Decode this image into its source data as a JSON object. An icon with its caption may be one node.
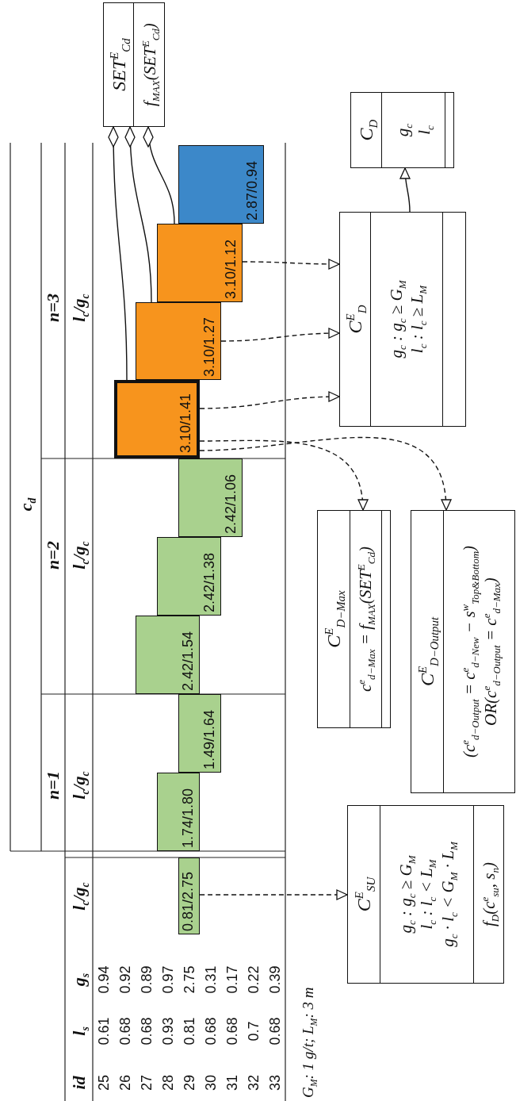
{
  "diagram": {
    "nodes": [
      {
        "text": [
          "0.81/2.75"
        ]
      },
      {
        "text": [
          "1.74/1.80"
        ]
      },
      {
        "text": [
          "1.49/1.64"
        ]
      },
      {
        "text": [
          "2.42/1.54"
        ]
      },
      {
        "text": [
          "2.42/1.38"
        ]
      },
      {
        "text": [
          "2.42/1.06"
        ]
      },
      {
        "text": [
          "3.10/1.41"
        ]
      },
      {
        "text": [
          "3.10/1.27"
        ]
      },
      {
        "text": [
          "3.10/1.12"
        ]
      },
      {
        "text": [
          "2.87/0.94"
        ]
      },
      {
        "text": [
          "C$^{E}$$_{SU}$",
          "g$_{c}$ : g$_{c}$ ≥ G$_{M}$",
          "l$_{c}$ : l$_{c}$ < L$_{M}$",
          "g$_{c}$ · l$_{c}$ < G$_{M}$ · L$_{M}$",
          "f$_{D}$(c$^{e}$$_{su}$, s$_{n}$)"
        ]
      },
      {
        "text": [
          "C$^{E}$$_{D−Max}$",
          "c$^{e}$$_{d−Max}$ = f$_{MAX}$(SET$^{E}$$_{Cd}$)"
        ]
      },
      {
        "text": [
          "C$^{E}$$_{D−Output}$",
          "(c$^{e}$$_{d−Output}$ = c$^{e}$$_{d−New}$ − s$^{w}$$_{Top&Bottom}$)",
          "OR(c$^{e}$$_{d−Output}$ = c$^{e}$$_{d−Max}$)"
        ]
      },
      {
        "text": [
          "C$^{E}$$_{D}$",
          "g$_{c}$ : g$_{c}$ ≥ G$_{M}$",
          "l$_{c}$ : l$_{c}$ ≥ L$_{M}$"
        ]
      },
      {
        "text": [
          "SET$^{E}$$_{Cd}$",
          "f$_{MAX}$(SET$^{E}$$_{Cd}$)"
        ]
      },
      {
        "text": [
          "C$_{D}$",
          "g$_{c}$",
          "l$_{c}$"
        ]
      }
    ],
    "edges": [
      {
        "from": 0,
        "to": 10,
        "arrow": "to",
        "style": "dashed"
      },
      {
        "from": 6,
        "to": 11,
        "arrow": "to",
        "style": "dashed"
      },
      {
        "from": 6,
        "to": 12,
        "arrow": "to",
        "style": "dashed"
      },
      {
        "from": 6,
        "to": 13,
        "arrow": "to",
        "style": "dashed"
      },
      {
        "from": 7,
        "to": 13,
        "arrow": "to",
        "style": "dashed"
      },
      {
        "from": 8,
        "to": 13,
        "arrow": "to",
        "style": "dashed"
      },
      {
        "from": 13,
        "to": 15,
        "arrow": "to"
      },
      {
        "from": 6,
        "to": 14,
        "arrow": "other"
      },
      {
        "from": 7,
        "to": 14,
        "arrow": "other"
      },
      {
        "from": 8,
        "to": 14,
        "arrow": "other"
      }
    ],
    "labels": [
      "c$_{d}$",
      "n=1",
      "n=2",
      "n=3",
      "id",
      "l$_{s}$",
      "g$_{s}$",
      "l$_{c}$/g$_{c}$",
      "l$_{c}$/g$_{c}$",
      "l$_{c}$/g$_{c}$",
      "l$_{c}$/g$_{c}$",
      "25",
      "0.61",
      "0.94",
      "26",
      "0.68",
      "0.92",
      "27",
      "0.68",
      "0.89",
      "28",
      "0.93",
      "0.97",
      "29",
      "0.81",
      "2.75",
      "30",
      "0.68",
      "0.31",
      "31",
      "0.68",
      "0.17",
      "32",
      "0.7",
      "0.22",
      "33",
      "0.68",
      "0.39",
      "G$_{M}$: 1 g/t; L$_{M}$: 3 m"
    ]
  }
}
